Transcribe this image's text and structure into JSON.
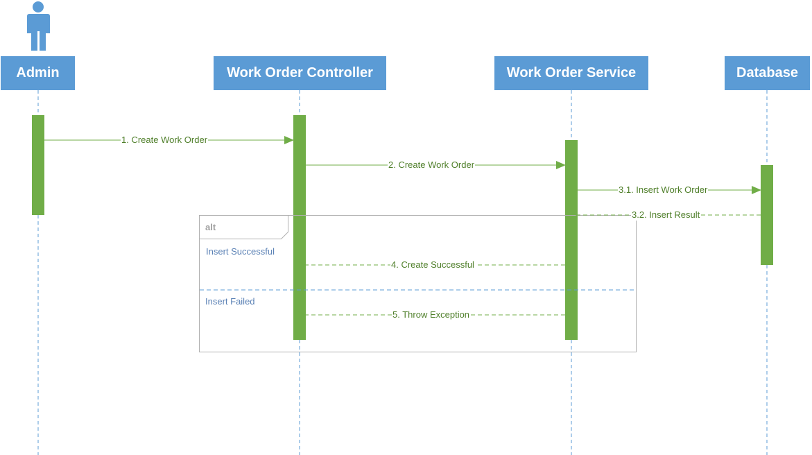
{
  "colors": {
    "participant_fill": "#5b9bd5",
    "activation_fill": "#70ad47",
    "lifeline": "#5b9bd5",
    "message": "#70ad47",
    "message_text": "#4f7f2a",
    "frame_border": "#b0b0b0",
    "operand_text": "#5a81b5"
  },
  "actor": {
    "icon": "person-icon"
  },
  "participants": [
    {
      "label": "Admin"
    },
    {
      "label": "Work Order Controller"
    },
    {
      "label": "Work Order Service"
    },
    {
      "label": "Database"
    }
  ],
  "messages": [
    {
      "label": "1. Create Work Order",
      "from": "Admin",
      "to": "Work Order Controller",
      "kind": "sync"
    },
    {
      "label": "2. Create Work Order",
      "from": "Work Order Controller",
      "to": "Work Order Service",
      "kind": "sync"
    },
    {
      "label": "3.1. Insert Work Order",
      "from": "Work Order Service",
      "to": "Database",
      "kind": "sync"
    },
    {
      "label": "3.2. Insert Result",
      "from": "Database",
      "to": "Work Order Service",
      "kind": "return"
    },
    {
      "label": "4. Create Successful",
      "from": "Work Order Service",
      "to": "Work Order Controller",
      "kind": "return"
    },
    {
      "label": "5. Throw Exception",
      "from": "Work Order Service",
      "to": "Work Order Controller",
      "kind": "return"
    }
  ],
  "fragment": {
    "operator": "alt",
    "operands": [
      {
        "guard": "Insert Successful"
      },
      {
        "guard": "Insert Failed"
      }
    ]
  }
}
